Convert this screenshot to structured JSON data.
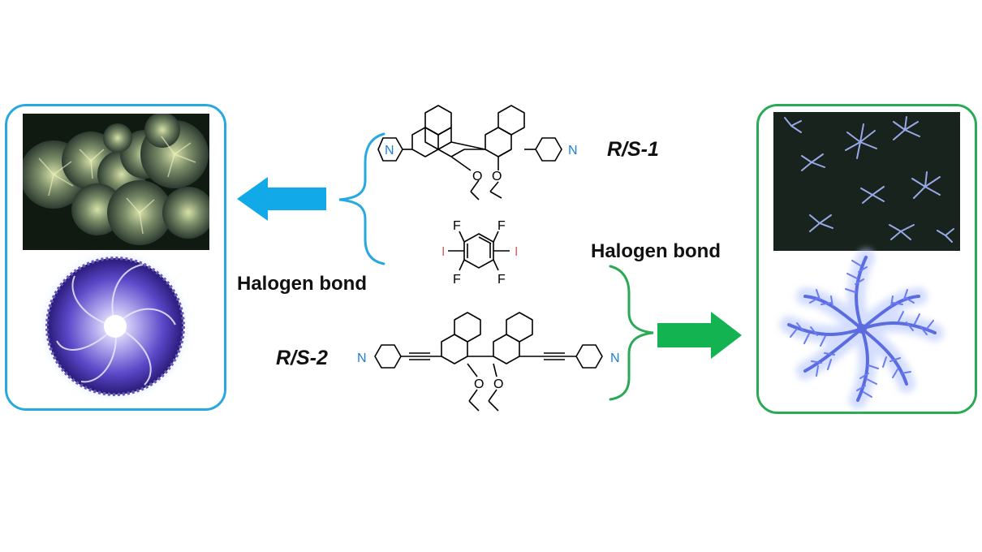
{
  "compounds": {
    "top_label": "R/S-1",
    "bottom_label": "R/S-2"
  },
  "arrows": {
    "left_label": "Halogen bond",
    "right_label": "Halogen bond"
  },
  "atoms": {
    "nitrogen": "N",
    "oxygen": "O",
    "fluorine": "F",
    "iodine": "I"
  },
  "colors": {
    "left_panel_border": "#29a8df",
    "left_arrow": "#12a9e8",
    "left_brace": "#29a8df",
    "right_panel_border": "#2aaa55",
    "right_arrow": "#13b352",
    "right_brace": "#2aaa55",
    "nitrogen": "#1d7fd8",
    "iodine": "#e06060",
    "bond": "#000000"
  },
  "images": {
    "left_micrograph": "spherulite-micrograph",
    "left_illustration": "purple-spiral-sphere",
    "right_micrograph": "dendritic-crystal-micrograph",
    "right_illustration": "blue-dendritic-pinwheel"
  }
}
